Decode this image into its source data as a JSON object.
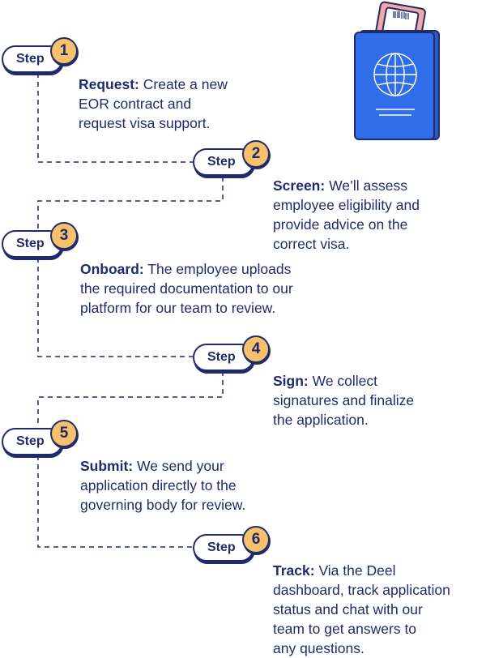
{
  "steps": [
    {
      "label": "Step",
      "number": "1",
      "title": "Request:",
      "text": "Create a new EOR contract and request visa support.",
      "lines": [
        "Create a new",
        "EOR contract and",
        "request visa support."
      ]
    },
    {
      "label": "Step",
      "number": "2",
      "title": "Screen:",
      "text": "We’ll assess employee eligibility and provide advice on the correct visa.",
      "lines": [
        "We’ll assess",
        "employee eligibility and",
        "provide advice on the",
        "correct visa."
      ]
    },
    {
      "label": "Step",
      "number": "3",
      "title": "Onboard:",
      "text": "The employee uploads the required documentation to our platform for our team to review.",
      "lines": [
        "The employee uploads",
        "the required documentation to our",
        "platform for our team to review."
      ]
    },
    {
      "label": "Step",
      "number": "4",
      "title": "Sign:",
      "text": "We collect signatures and finalize the application.",
      "lines": [
        "We collect",
        "signatures and finalize",
        "the application."
      ]
    },
    {
      "label": "Step",
      "number": "5",
      "title": "Submit:",
      "text": "We send your application directly to the governing body for review.",
      "lines": [
        "We send your",
        "application directly to the",
        "governing body for review."
      ]
    },
    {
      "label": "Step",
      "number": "6",
      "title": "Track:",
      "text": "Via the Deel dashboard, track application status and chat with our team to get answers to any questions.",
      "lines": [
        "Via the Deel",
        "dashboard, track application",
        "status and chat with our",
        "team to get answers to",
        "any questions."
      ]
    }
  ],
  "colors": {
    "navy": "#1f2b6c",
    "gold": "#f5c26b",
    "blue": "#2f6ee8",
    "pink": "#f4a9a0"
  }
}
